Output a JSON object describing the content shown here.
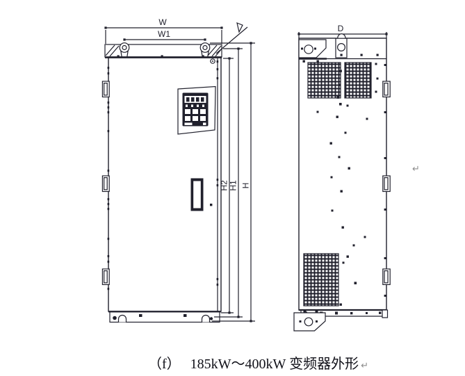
{
  "figure": {
    "caption_index": "（f）",
    "caption_text": "185kW～400kW 变频器外形",
    "paragraph_mark": "↵",
    "stray_paragraph_mark": "↵"
  },
  "dimensions": {
    "overall_width": "W",
    "mounting_width": "W1",
    "depth": "D",
    "overall_height": "H",
    "frame_height": "H1",
    "body_height": "H2"
  },
  "colors": {
    "line": "#20202c",
    "paragraph_mark": "#8c8c8c",
    "background": "#ffffff"
  }
}
